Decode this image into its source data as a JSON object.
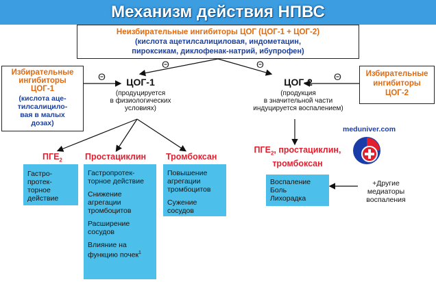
{
  "title": "Механизм действия НПВС",
  "nonselective": {
    "title": "Неизбирательные ингибиторы ЦОГ (ЦОГ-1 + ЦОГ-2)",
    "lines": [
      "(кислота ацетилсалициловая, индометацин,",
      "пироксикам, диклофенак-натрий, ибупрофен)"
    ]
  },
  "selective_cox1": {
    "title_lines": [
      "Избирательные",
      "ингибиторы",
      "ЦОГ-1"
    ],
    "detail_lines": [
      "(кислота аце-",
      "тилсалицило-",
      "вая в малых",
      "дозах)"
    ]
  },
  "selective_cox2": {
    "title_lines": [
      "Избирательные",
      "ингибиторы",
      "ЦОГ-2"
    ]
  },
  "inhibit_symbol": "Θ",
  "cox1": {
    "title": "ЦОГ-1",
    "desc_lines": [
      "(продуцируется",
      "в физиологических",
      "условиях)"
    ]
  },
  "cox2": {
    "title": "ЦОГ-2",
    "desc_lines": [
      "(продукция",
      "в значительной части",
      "индуцируется воспалением)"
    ]
  },
  "pge2": {
    "label": "ПГЕ",
    "sub": "2",
    "effects": [
      "Гастро-",
      "протек-",
      "торное",
      "действие"
    ]
  },
  "prostacyclin": {
    "label": "Простациклин",
    "effects": [
      "Гастропротек-торное действие",
      "Снижение агрегации тромбоцитов",
      "Расширение сосудов",
      "Влияние на функцию почек"
    ],
    "footnote": "1"
  },
  "thromboxane": {
    "label": "Тромбоксан",
    "effects": [
      "Повышение агрегации тромбоцитов",
      "Сужение сосудов"
    ]
  },
  "cox2_products": {
    "label_a": "ПГЕ",
    "sub": "2",
    "label_b": ", простациклин,",
    "label_c": "тромбоксан",
    "effects": [
      "Воспаление",
      "Боль",
      "Лихорадка"
    ]
  },
  "other_mediators": {
    "lines": [
      "+Другие",
      "медиаторы",
      "воспаления"
    ]
  },
  "watermark": "meduniver.com",
  "colors": {
    "title_bg": "#3c9de0",
    "orange": "#e06a10",
    "blue_text": "#1c3f9a",
    "red": "#e0202f",
    "cyan_box": "#4cc0ea"
  }
}
